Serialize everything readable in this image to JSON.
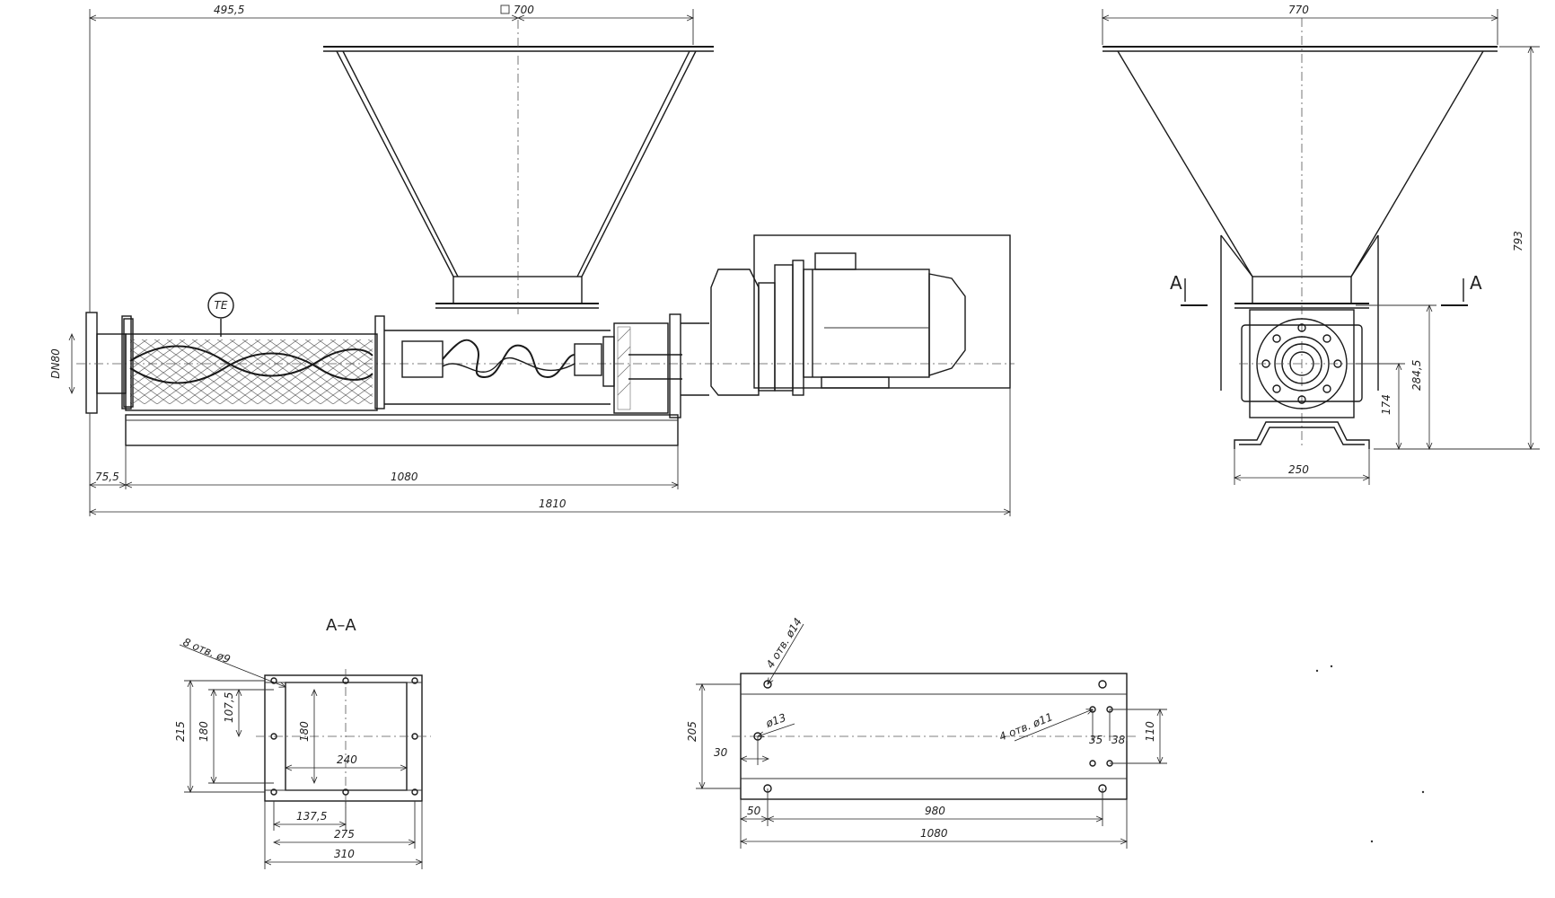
{
  "drawing": {
    "side_view": {
      "dims": {
        "left_to_hopper": "495,5",
        "hopper_square": "700",
        "flange_dn": "DN80",
        "inlet_offset": "75,5",
        "frame_length": "1080",
        "overall_length": "1810"
      },
      "gauge_label": "TE"
    },
    "end_view": {
      "dims": {
        "hopper_width": "770",
        "overall_height": "793",
        "axis_height": "284,5",
        "foot_height": "174",
        "foot_width": "250"
      },
      "section_marks": [
        "A",
        "A"
      ]
    },
    "section_aa": {
      "title": "A–A",
      "dims": {
        "holes_note": "8 отв. ø9",
        "height_outer": "215",
        "height_holes": "180",
        "half_height": "107,5",
        "inner_height": "180",
        "inner_width": "240",
        "half_width": "137,5",
        "width_holes": "275",
        "width_outer": "310"
      }
    },
    "base_plate": {
      "dims": {
        "holes_corner": "4 отв. ø14",
        "hole_single": "ø13",
        "holes_right": "4 отв. ø11",
        "height": "205",
        "offset": "30",
        "spacing_a": "35",
        "spacing_b": "38",
        "height_right": "110",
        "edge_offset": "50",
        "hole_span": "980",
        "length": "1080"
      }
    }
  }
}
